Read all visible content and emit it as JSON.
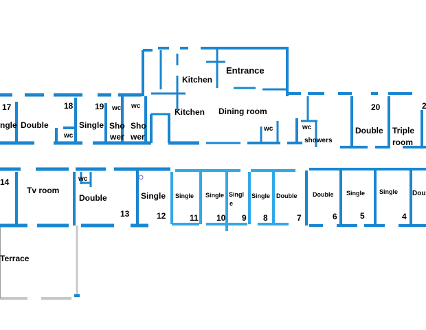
{
  "colors": {
    "wall": "#1a86d0",
    "wall_light": "#32a8e6",
    "terrace_wall": "#c8c8c8",
    "grey": "#9a9a9a"
  },
  "upper": {
    "kitchen_top": "Kitchen",
    "entrance": "Entrance",
    "kitchen_mid": "Kitchen",
    "dining_room": "Dining room",
    "wc_a": "wc",
    "wc_b": "wc",
    "showers": "showers",
    "room17_num": "17",
    "room17_type_partial": "ngle",
    "room17_double": "Double",
    "room18_num": "18",
    "room18_wc": "wc",
    "room19_num": "19",
    "room19_type": "Single",
    "wc_c": "wc",
    "wc_d": "wc",
    "shower_a_1": "Sho",
    "shower_a_2": "wer",
    "shower_b_1": "Sho",
    "shower_b_2": "wer",
    "room20_num": "20",
    "room20_type": "Double",
    "triple_1": "Triple",
    "triple_2": "room",
    "edge_num_partial": "2"
  },
  "lower": {
    "room14_num_partial": "14",
    "tv_room": "Tv room",
    "wc_lower": "wc",
    "double_13": "Double",
    "num_13": "13",
    "single_12": "Single",
    "num_12": "12",
    "single_11": "Single",
    "num_11": "11",
    "single_10": "Single",
    "num_10": "10",
    "single_9_a": "Singl",
    "single_9_b": "e",
    "num_9": "9",
    "single_8": "Single",
    "num_8": "8",
    "double_7": "Double",
    "num_7": "7",
    "double_6": "Double",
    "num_6": "6",
    "single_5": "Single",
    "num_5": "5",
    "single_4": "Single",
    "num_4": "4",
    "double_partial": "Dou",
    "terrace_partial": "Terrace"
  }
}
